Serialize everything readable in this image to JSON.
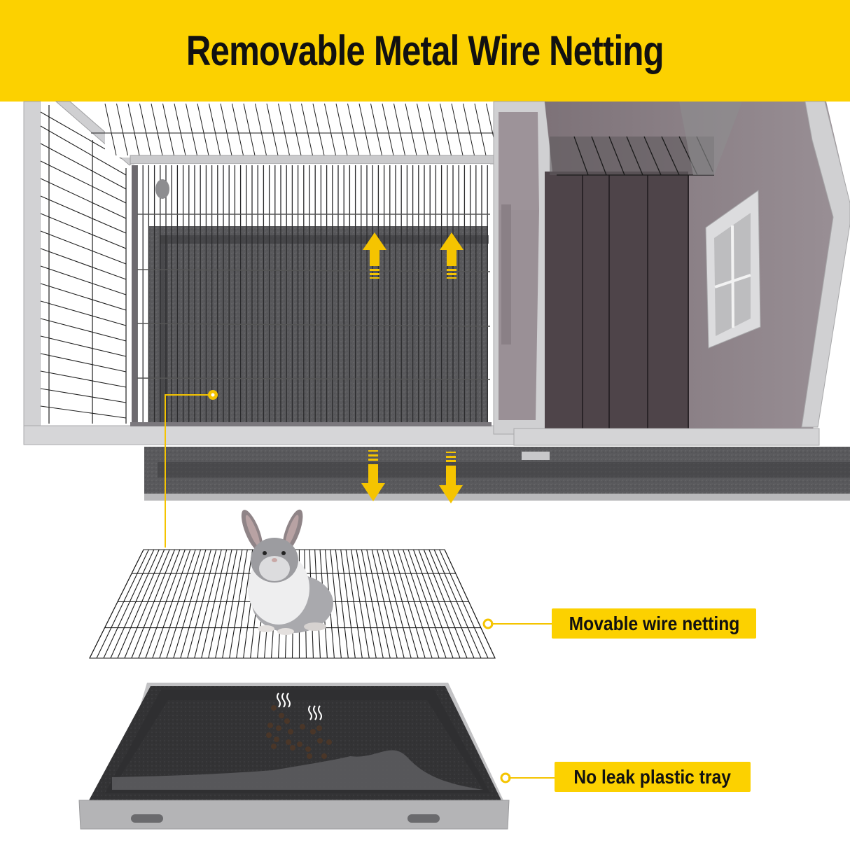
{
  "header": {
    "title": "Removable Metal Wire Netting",
    "background": "#fcd100"
  },
  "callouts": [
    {
      "label": "Movable wire netting",
      "target": "wire-netting"
    },
    {
      "label": "No leak plastic tray",
      "target": "plastic-tray"
    }
  ],
  "arrows": {
    "up_count": 2,
    "down_count": 2,
    "color": "#f5c400"
  },
  "icons": {
    "odor": "odor-wave-icon"
  },
  "colors": {
    "accent": "#fcd100",
    "frame": "#c9c9cb",
    "house_wall": "#8a7f86",
    "house_floor": "#4e4449",
    "tray": "#3a3a3c",
    "wire": "#1a1a1a"
  }
}
